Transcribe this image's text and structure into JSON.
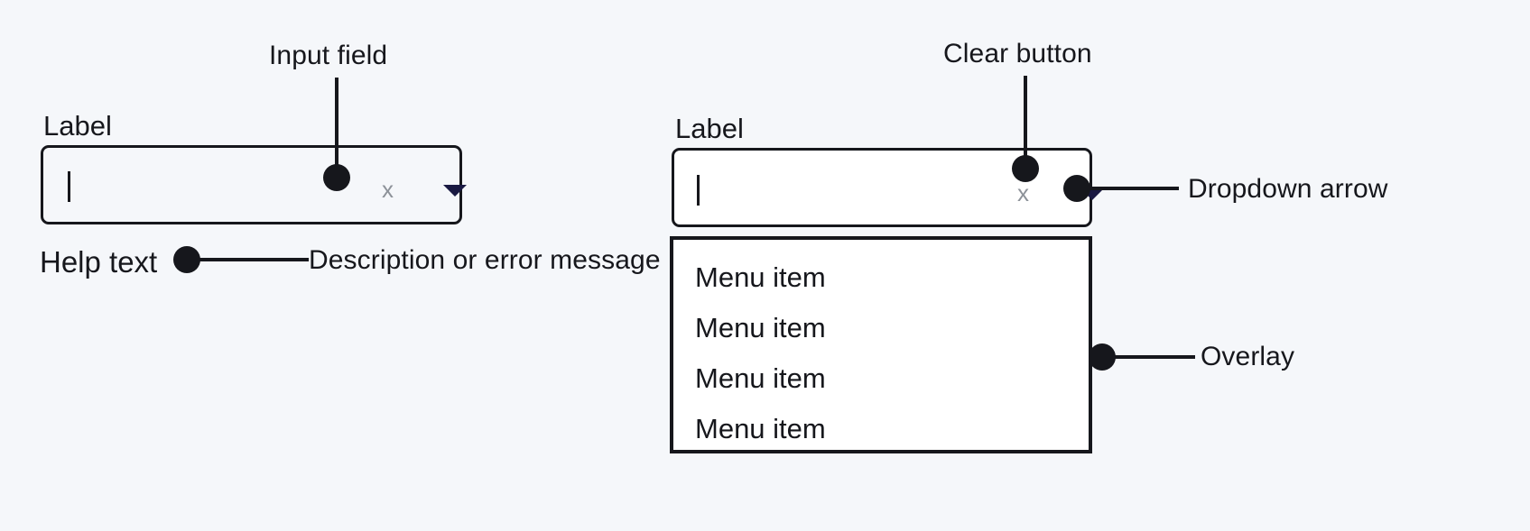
{
  "page": {
    "background_color": "#f5f7fa",
    "ink_color": "#16171c"
  },
  "colors": {
    "annotation": "#16171c",
    "clear_icon": "#8d9299",
    "dropdown_arrow": "#191942",
    "field_border": "#16171c",
    "overlay_background": "#ffffff"
  },
  "specimens": [
    {
      "id": "combobox-closed",
      "label": "Label",
      "input_value": "",
      "caret_visible": true,
      "clear_icon": "x",
      "dropdown_icon": "dropdown-arrow-icon",
      "help_text": "Help text"
    },
    {
      "id": "combobox-open",
      "label": "Label",
      "input_value": "",
      "caret_visible": true,
      "clear_icon": "x",
      "dropdown_icon": "dropdown-arrow-icon",
      "menu_items": [
        "Menu item",
        "Menu item",
        "Menu item",
        "Menu item"
      ]
    }
  ],
  "annotations": [
    {
      "id": "input-field",
      "text": "Input field"
    },
    {
      "id": "help-message",
      "text": "Description or error message"
    },
    {
      "id": "clear-button",
      "text": "Clear button"
    },
    {
      "id": "dropdown-arrow",
      "text": "Dropdown arrow"
    },
    {
      "id": "overlay",
      "text": "Overlay"
    }
  ]
}
